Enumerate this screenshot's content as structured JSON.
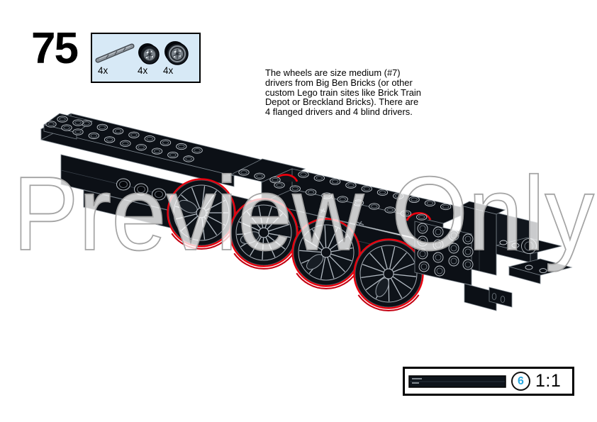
{
  "step": {
    "number": "75"
  },
  "parts_box": {
    "items": [
      {
        "name": "axle-rod",
        "count": "4x"
      },
      {
        "name": "blind-driver-wheel",
        "count": "4x"
      },
      {
        "name": "flanged-driver-wheel",
        "count": "4x"
      }
    ]
  },
  "note": {
    "lines": [
      "The wheels are size medium (#7)",
      "drivers from Big Ben Bricks (or other",
      "custom Lego train sites like Brick Train",
      "Depot or Breckland Bricks). There are",
      "4 flanged drivers and 4 blind drivers."
    ]
  },
  "watermark": {
    "text": "Preview Only"
  },
  "scale_box": {
    "part_length": "6",
    "scale_label": "1:1"
  },
  "colors": {
    "highlight_red": "#e8000d",
    "parts_box_bg": "#d7e9f6",
    "badge_blue": "#29a8e0",
    "model_black": "#0c1016",
    "watermark_outline": "#a3a3a3"
  }
}
